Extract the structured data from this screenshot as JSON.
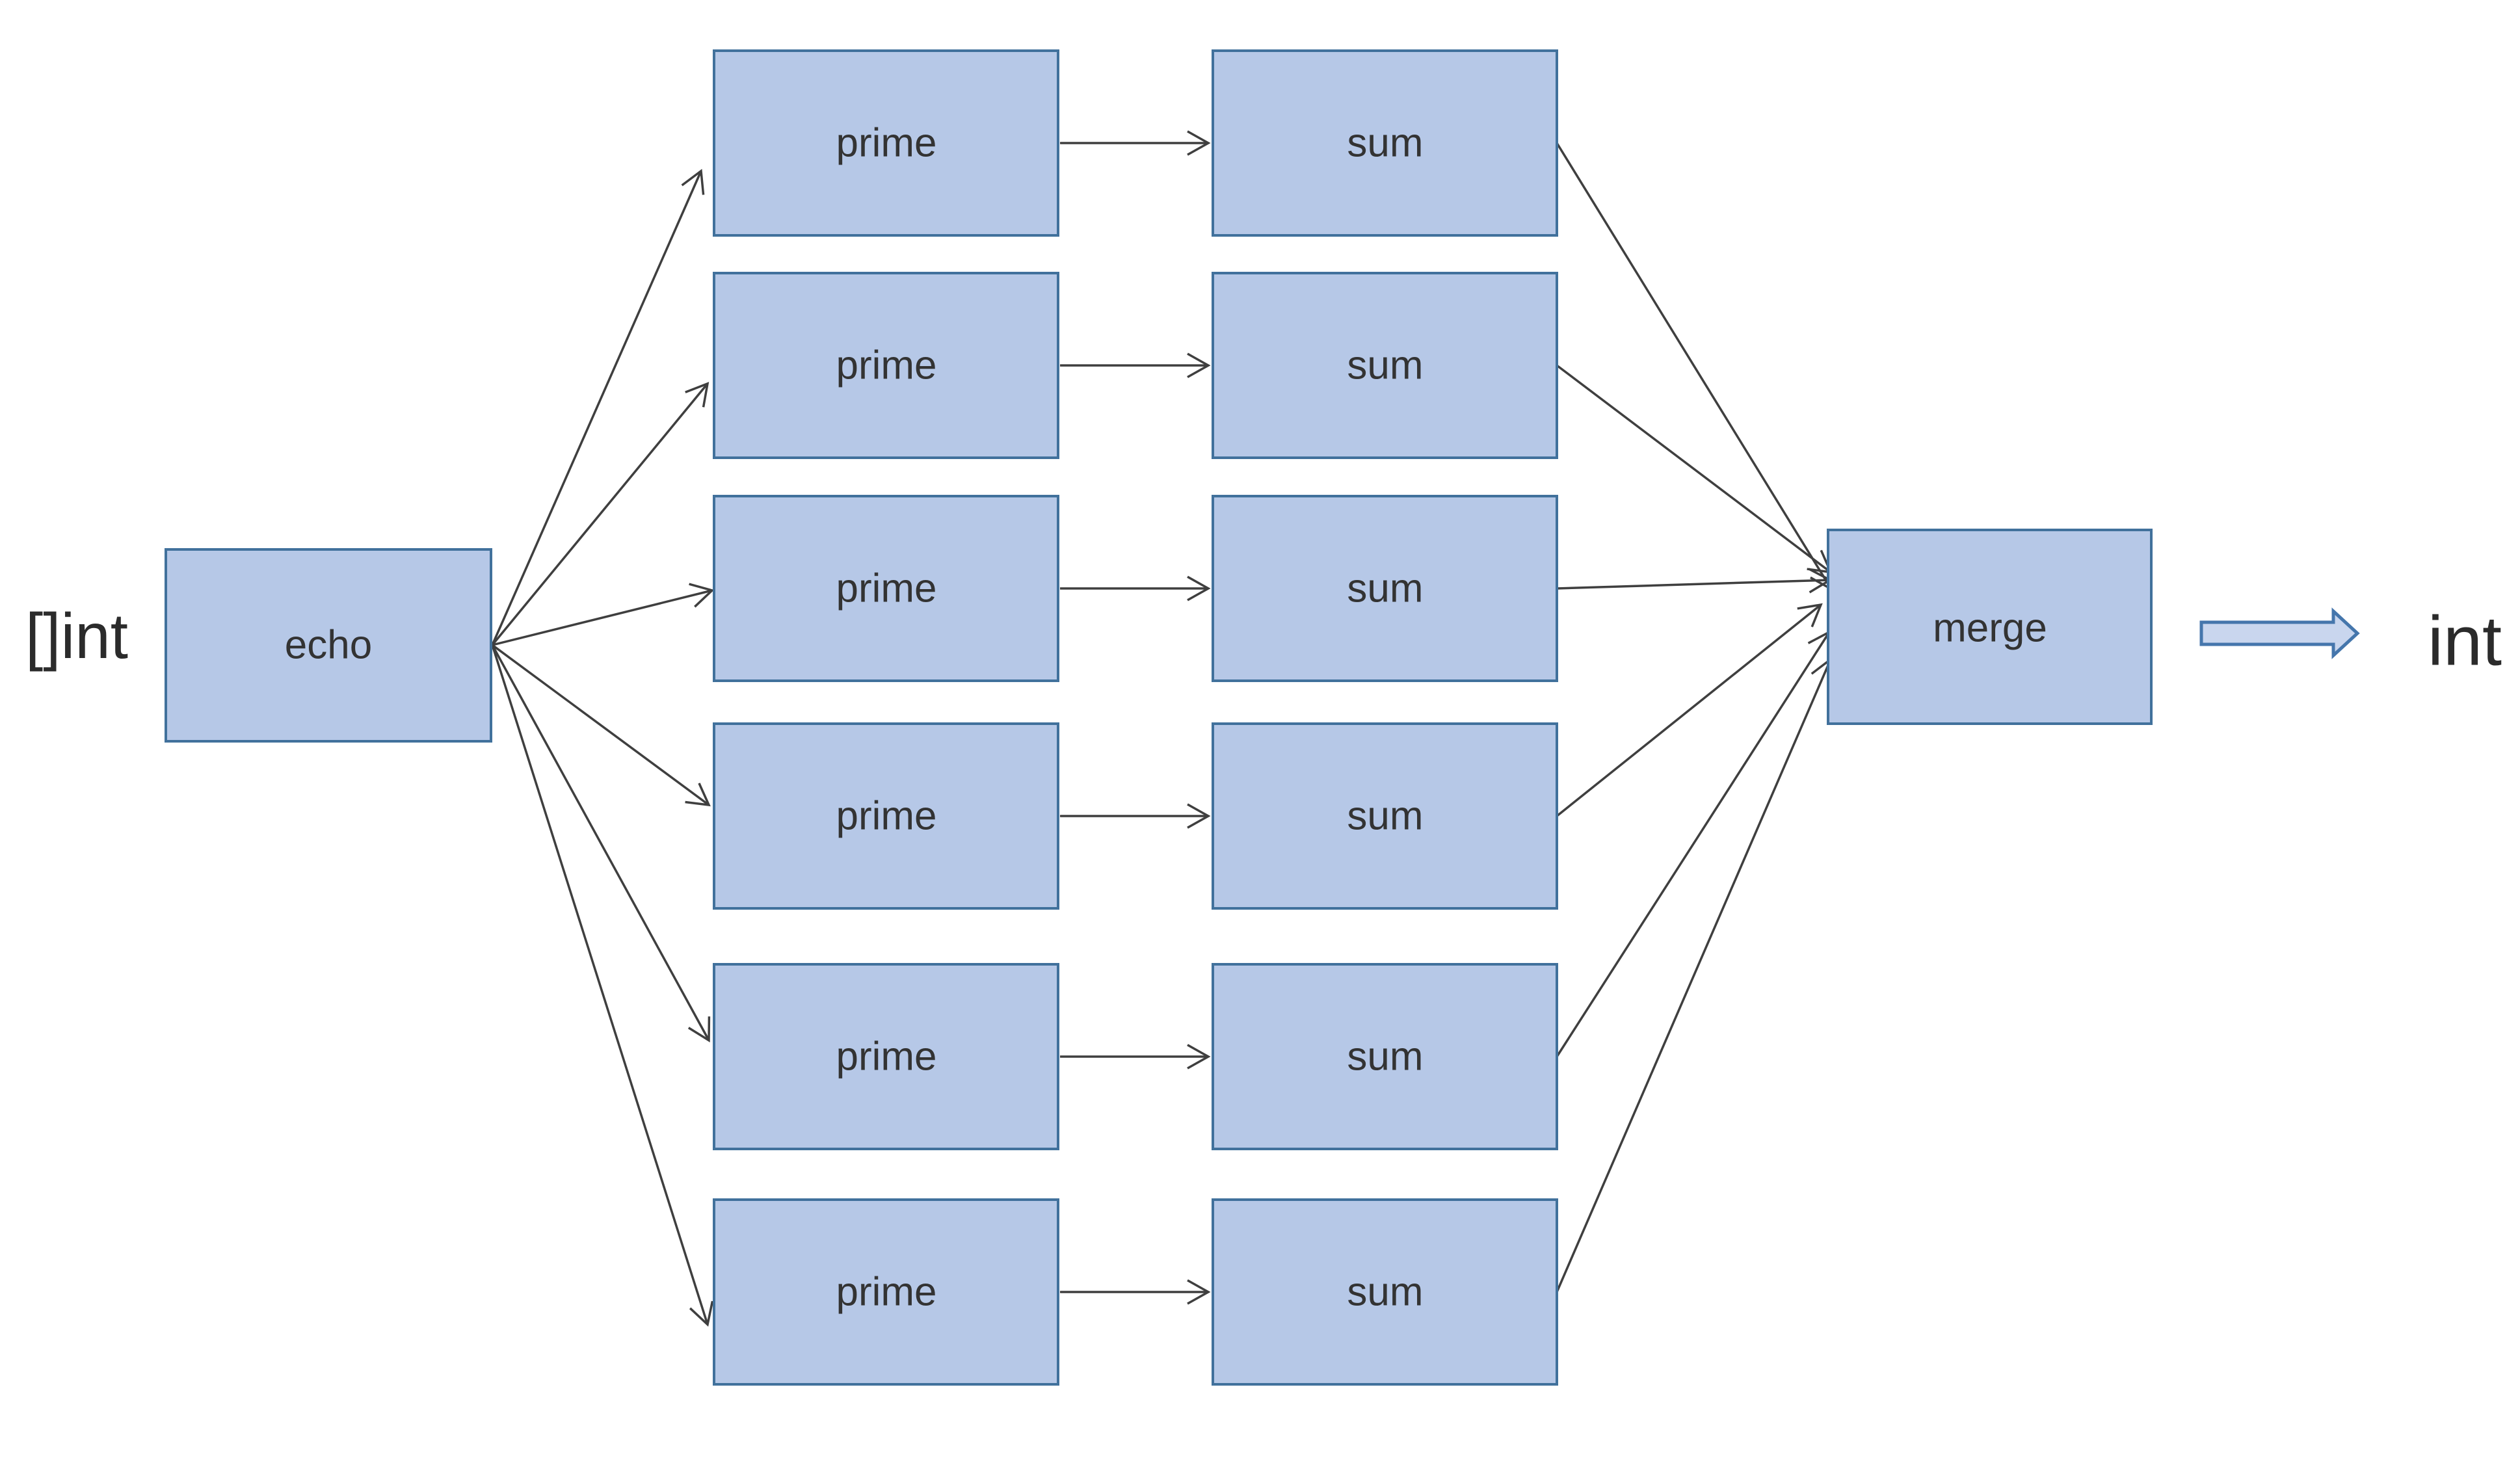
{
  "diagram": {
    "kind": "pipeline-fan-out-fan-in",
    "input_label": "[]int",
    "output_label": "int",
    "source": {
      "label": "echo"
    },
    "sink": {
      "label": "merge"
    },
    "worker_row_count": 6,
    "rows": [
      {
        "stage1": "prime",
        "stage2": "sum"
      },
      {
        "stage1": "prime",
        "stage2": "sum"
      },
      {
        "stage1": "prime",
        "stage2": "sum"
      },
      {
        "stage1": "prime",
        "stage2": "sum"
      },
      {
        "stage1": "prime",
        "stage2": "sum"
      },
      {
        "stage1": "prime",
        "stage2": "sum"
      }
    ],
    "edges": [
      {
        "from": "echo",
        "to": "prime-1"
      },
      {
        "from": "echo",
        "to": "prime-2"
      },
      {
        "from": "echo",
        "to": "prime-3"
      },
      {
        "from": "echo",
        "to": "prime-4"
      },
      {
        "from": "echo",
        "to": "prime-5"
      },
      {
        "from": "echo",
        "to": "prime-6"
      },
      {
        "from": "prime-1",
        "to": "sum-1"
      },
      {
        "from": "prime-2",
        "to": "sum-2"
      },
      {
        "from": "prime-3",
        "to": "sum-3"
      },
      {
        "from": "prime-4",
        "to": "sum-4"
      },
      {
        "from": "prime-5",
        "to": "sum-5"
      },
      {
        "from": "prime-6",
        "to": "sum-6"
      },
      {
        "from": "sum-1",
        "to": "merge"
      },
      {
        "from": "sum-2",
        "to": "merge"
      },
      {
        "from": "sum-3",
        "to": "merge"
      },
      {
        "from": "sum-4",
        "to": "merge"
      },
      {
        "from": "sum-5",
        "to": "merge"
      },
      {
        "from": "sum-6",
        "to": "merge"
      },
      {
        "from": "merge",
        "to": "output"
      }
    ],
    "colors": {
      "node_fill": "#b6c8e7",
      "node_border": "#41719c",
      "connector": "#3f3f3f",
      "block_arrow_fill": "#c9d6ee",
      "block_arrow_border": "#4576ac",
      "text": "#333333"
    }
  }
}
